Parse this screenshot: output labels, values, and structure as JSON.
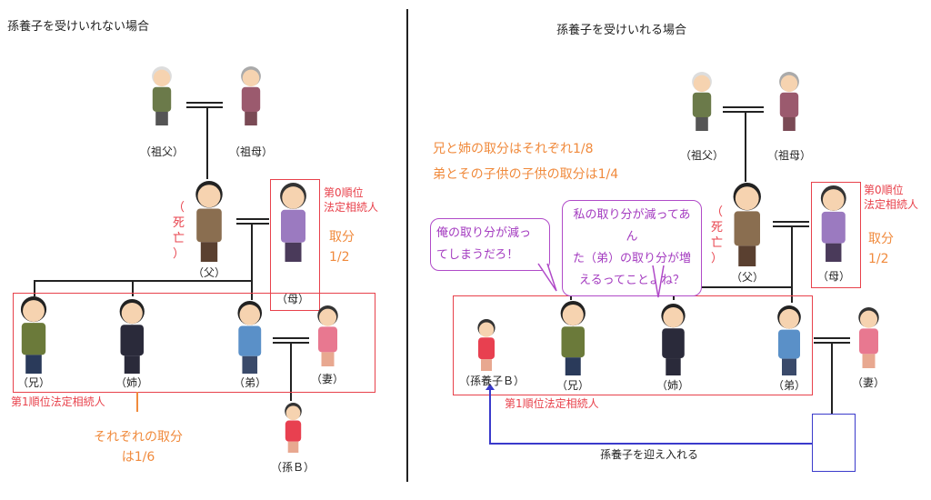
{
  "left": {
    "title": "孫養子を受けいれない場合",
    "people": {
      "grandfather": "（祖父）",
      "grandmother": "（祖母）",
      "father": "（父）",
      "mother": "（母）",
      "elder_brother": "（兄）",
      "elder_sister": "（姉）",
      "younger_brother": "（弟）",
      "wife": "（妻）",
      "grandchild": "（孫Ｂ）"
    },
    "deceased": [
      "（",
      "死",
      "亡",
      "）"
    ],
    "mother_rank": [
      "第0順位",
      "法定相続人"
    ],
    "mother_share": [
      "取分",
      "1/2"
    ],
    "children_rank": "第1順位法定相続人",
    "children_share": [
      "それぞれの取分",
      "は1/6"
    ]
  },
  "right": {
    "title": "孫養子を受けいれる場合",
    "note": [
      "兄と姉の取分はそれぞれ1/8",
      "弟とその子供の子供の取分は1/4"
    ],
    "people": {
      "grandfather": "（祖父）",
      "grandmother": "（祖母）",
      "father": "（父）",
      "mother": "（母）",
      "adopted": "（孫養子Ｂ）",
      "elder_brother": "（兄）",
      "elder_sister": "（姉）",
      "younger_brother": "（弟）",
      "wife": "（妻）"
    },
    "deceased": [
      "（",
      "死",
      "亡",
      "）"
    ],
    "mother_rank": [
      "第0順位",
      "法定相続人"
    ],
    "mother_share": [
      "取分",
      "1/2"
    ],
    "children_rank": "第1順位法定相続人",
    "bubble_brother": [
      "俺の取り分が減っ",
      "てしまうだろ！"
    ],
    "bubble_sister": [
      "私の取り分が減ってあん",
      "た（弟）の取り分が増",
      "えるってことよね？"
    ],
    "adoption_label": "孫養子を迎え入れる"
  },
  "colors": {
    "red": "#e8414b",
    "orange": "#f08a3c",
    "purple": "#a43cc0",
    "blue": "#3a3acb"
  }
}
